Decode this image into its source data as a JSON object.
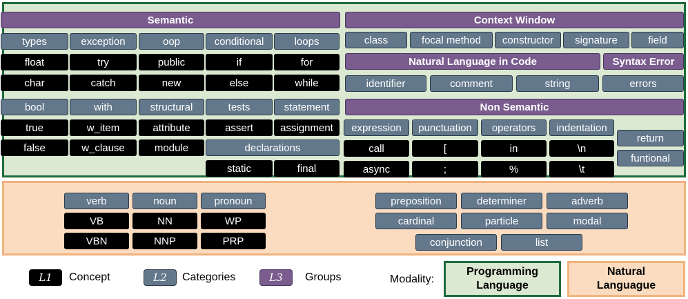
{
  "colors": {
    "l1": "#000000",
    "l2": "#64788c",
    "l3": "#7a5c8e",
    "pl_bg": "#dbe9d3",
    "pl_border": "#1e6b3a",
    "nl_bg": "#fbdcc0",
    "nl_border": "#f0b37e"
  },
  "semantic": {
    "title": "Semantic",
    "categories": [
      "types",
      "exception",
      "oop",
      "conditional",
      "loops"
    ],
    "row1": [
      "float",
      "try",
      "public",
      "if",
      "for"
    ],
    "row2": [
      "char",
      "catch",
      "new",
      "else",
      "while"
    ],
    "categories2": [
      "bool",
      "with",
      "structural",
      "tests",
      "statement"
    ],
    "row3": [
      "true",
      "w_item",
      "attribute",
      "assert",
      "assignment"
    ],
    "row4": [
      "false",
      "w_clause",
      "module"
    ],
    "declarations": "declarations",
    "decl_items": [
      "static",
      "final"
    ]
  },
  "context": {
    "title": "Context Window",
    "items": [
      "class",
      "focal method",
      "constructor",
      "signature",
      "field"
    ]
  },
  "nlcode": {
    "title": "Natural Language in Code",
    "items": [
      "identifier",
      "comment",
      "string"
    ]
  },
  "syntax": {
    "title": "Syntax Error",
    "item": "errors"
  },
  "nonsemantic": {
    "title": "Non Semantic",
    "categories": [
      "expression",
      "punctuation",
      "operators",
      "indentation"
    ],
    "row1": [
      "call",
      "[",
      "in",
      "\\n"
    ],
    "row2": [
      "async",
      ";",
      "%",
      "\\t"
    ],
    "side": [
      "return",
      "funtional"
    ]
  },
  "natural": {
    "left_categories": [
      "verb",
      "noun",
      "pronoun"
    ],
    "left_row1": [
      "VB",
      "NN",
      "WP"
    ],
    "left_row2": [
      "VBN",
      "NNP",
      "PRP"
    ],
    "right_row1": [
      "preposition",
      "determiner",
      "adverb"
    ],
    "right_row2": [
      "cardinal",
      "particle",
      "modal"
    ],
    "right_row3": [
      "conjunction",
      "list"
    ]
  },
  "legend": {
    "l1_symbol": "L1",
    "l1_label": "Concept",
    "l2_symbol": "L2",
    "l2_label": "Categories",
    "l3_symbol": "L3",
    "l3_label": "Groups",
    "modality_label": "Modality:",
    "pl_label": "Programming\nLanguage",
    "nl_label": "Natural\nLanguague"
  }
}
